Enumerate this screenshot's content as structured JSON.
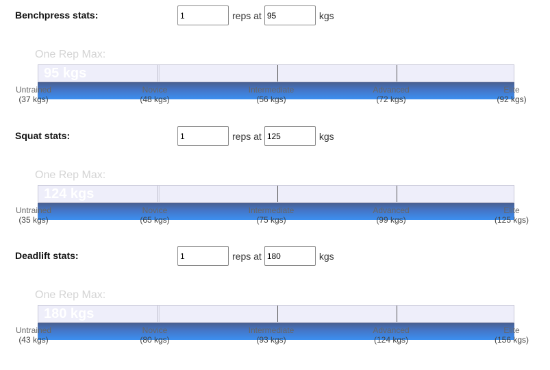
{
  "reps_word": "reps at",
  "unit": "kgs",
  "orm_label": "One Rep Max:",
  "lifts": [
    {
      "title": "Benchpress stats:",
      "reps": "1",
      "weight": "95",
      "one_rep_max": "95 kgs",
      "levels": [
        {
          "name": "Untrained",
          "kg": "(37 kgs)"
        },
        {
          "name": "Novice",
          "kg": "(48 kgs)"
        },
        {
          "name": "Intermediate",
          "kg": "(56 kgs)"
        },
        {
          "name": "Advanced",
          "kg": "(72 kgs)"
        },
        {
          "name": "Elite",
          "kg": "(92 kgs)"
        }
      ]
    },
    {
      "title": "Squat stats:",
      "reps": "1",
      "weight": "125",
      "one_rep_max": "124 kgs",
      "levels": [
        {
          "name": "Untrained",
          "kg": "(35 kgs)"
        },
        {
          "name": "Novice",
          "kg": "(65 kgs)"
        },
        {
          "name": "Intermediate",
          "kg": "(75 kgs)"
        },
        {
          "name": "Advanced",
          "kg": "(99 kgs)"
        },
        {
          "name": "Elite",
          "kg": "(125 kgs)"
        }
      ]
    },
    {
      "title": "Deadlift stats:",
      "reps": "1",
      "weight": "180",
      "one_rep_max": "180 kgs",
      "levels": [
        {
          "name": "Untrained",
          "kg": "(43 kgs)"
        },
        {
          "name": "Novice",
          "kg": "(80 kgs)"
        },
        {
          "name": "Intermediate",
          "kg": "(93 kgs)"
        },
        {
          "name": "Advanced",
          "kg": "(124 kgs)"
        },
        {
          "name": "Elite",
          "kg": "(156 kgs)"
        }
      ]
    }
  ]
}
